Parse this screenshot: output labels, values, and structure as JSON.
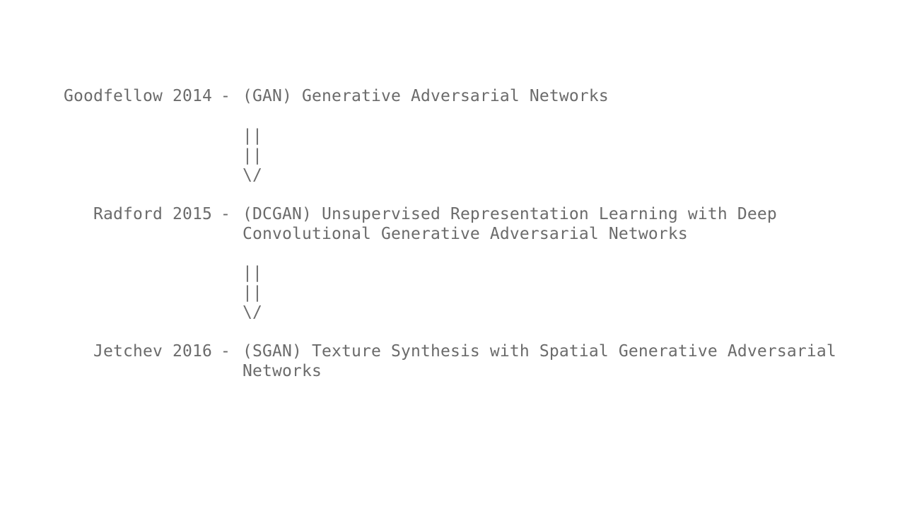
{
  "entries": [
    {
      "author": "Goodfellow 2014",
      "separator": "-",
      "title_lines": [
        "(GAN) Generative Adversarial Networks"
      ]
    },
    {
      "author": "Radford 2015",
      "separator": "-",
      "title_lines": [
        "(DCGAN) Unsupervised Representation Learning with Deep",
        "Convolutional Generative Adversarial Networks"
      ]
    },
    {
      "author": "Jetchev 2016",
      "separator": "-",
      "title_lines": [
        "(SGAN) Texture Synthesis with Spatial Generative Adversarial",
        "Networks"
      ]
    }
  ],
  "arrows": [
    {
      "lines": [
        "||",
        "||",
        "\\/"
      ]
    },
    {
      "lines": [
        "||",
        "||",
        "\\/"
      ]
    }
  ]
}
